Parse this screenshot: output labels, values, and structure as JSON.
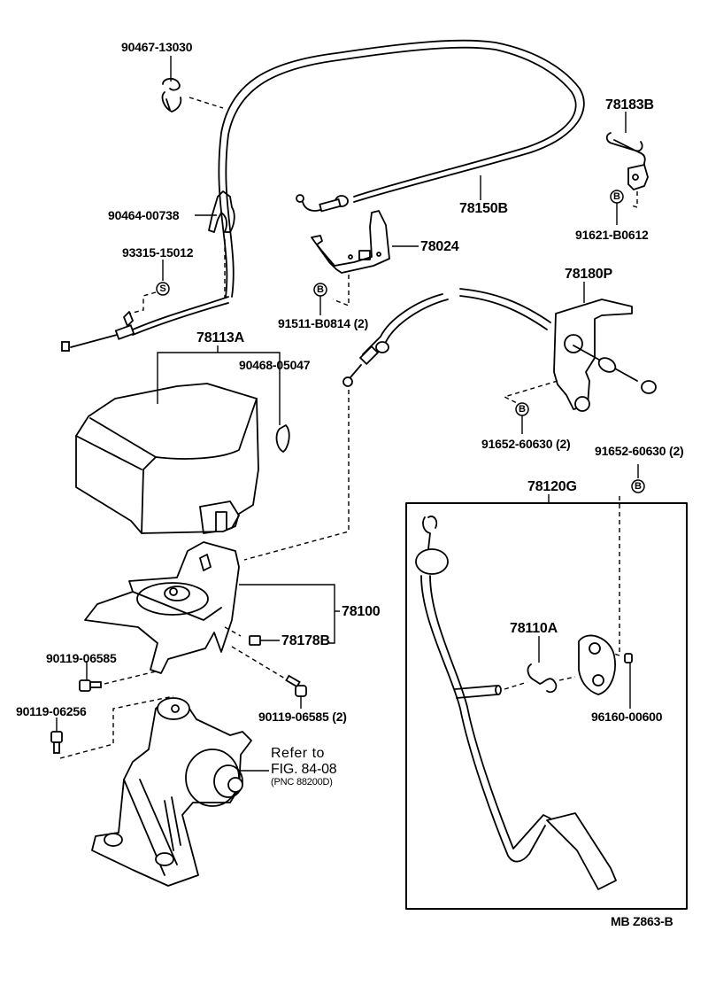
{
  "diagram": {
    "title_code": "MB  Z863-B",
    "parts": [
      {
        "id": "p1",
        "number": "90467-13030",
        "description": "clip"
      },
      {
        "id": "p2",
        "number": "90464-00738",
        "description": "clamp"
      },
      {
        "id": "p3",
        "number": "93315-15012",
        "description": "screw"
      },
      {
        "id": "p4",
        "number": "78150B",
        "description": "accelerator cable"
      },
      {
        "id": "p5",
        "number": "78024",
        "description": "cable bracket"
      },
      {
        "id": "p6",
        "number": "91511-B0814 (2)",
        "description": "bolt"
      },
      {
        "id": "p7",
        "number": "78183B",
        "description": "wire clip"
      },
      {
        "id": "p8",
        "number": "91621-B0612",
        "description": "bolt"
      },
      {
        "id": "p9",
        "number": "78180P",
        "description": "cable bracket"
      },
      {
        "id": "p10",
        "number": "91652-60630 (2)",
        "description": "bolt"
      },
      {
        "id": "p11",
        "number": "78113A",
        "description": "actuator cover"
      },
      {
        "id": "p12",
        "number": "90468-05047",
        "description": "clip"
      },
      {
        "id": "p13",
        "number": "78100",
        "description": "actuator bracket assembly"
      },
      {
        "id": "p14",
        "number": "78178B",
        "description": "cushion"
      },
      {
        "id": "p15",
        "number": "90119-06585",
        "description": "bolt"
      },
      {
        "id": "p16",
        "number": "90119-06256",
        "description": "bolt"
      },
      {
        "id": "p17",
        "number": "90119-06585 (2)",
        "description": "bolt"
      },
      {
        "id": "p18",
        "number": "91652-60630 (2)",
        "description": "bolt"
      },
      {
        "id": "p19",
        "number": "78120G",
        "description": "accelerator pedal assembly"
      },
      {
        "id": "p20",
        "number": "78110A",
        "description": "return spring"
      },
      {
        "id": "p21",
        "number": "96160-00600",
        "description": "nut"
      }
    ],
    "reference": {
      "line1": "Refer to",
      "line2": "FIG. 84-08",
      "line3": "(PNC  88200D)"
    },
    "callout_markers": {
      "S": "S",
      "B": "B"
    },
    "colors": {
      "ink": "#000000",
      "paper": "#ffffff"
    }
  }
}
